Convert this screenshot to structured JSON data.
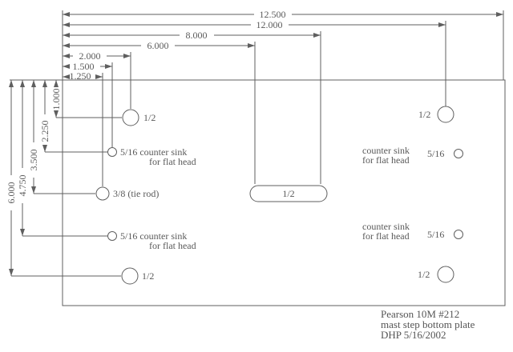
{
  "drawing": {
    "dims": {
      "h": [
        "12.500",
        "12.000",
        "8.000",
        "6.000",
        "2.000",
        "1.500",
        "1.250"
      ],
      "v": [
        "1.000",
        "2.250",
        "3.500",
        "4.750",
        "6.000"
      ]
    },
    "labels": {
      "half": "1/2",
      "five_sixteenths": "5/16",
      "counter_sink_left": "5/16 counter sink",
      "counter_sink_right": "counter sink",
      "flat_head": "for flat head",
      "tie_rod": "3/8 (tie rod)"
    },
    "title_block": {
      "line1": "Pearson 10M #212",
      "line2": "mast step bottom plate",
      "line3": "DHP 5/16/2002"
    },
    "colors": {
      "line": "#5f5f5f",
      "text": "#5a5a5a",
      "background": "#ffffff"
    }
  }
}
